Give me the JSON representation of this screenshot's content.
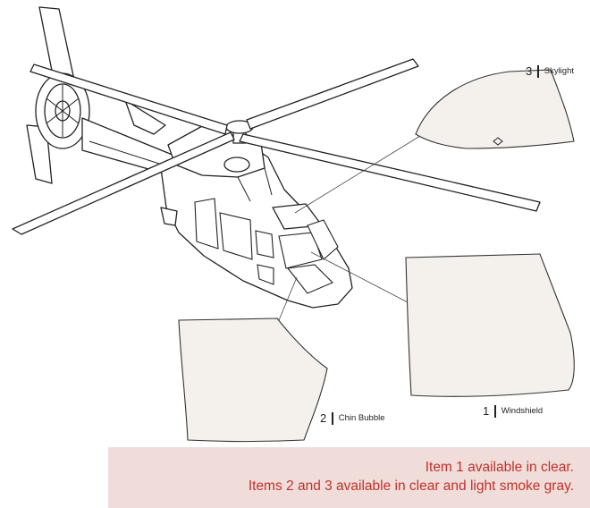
{
  "callouts": {
    "skylight": {
      "number": "3",
      "label": "Skylight"
    },
    "windshield": {
      "number": "1",
      "label": "Windshield"
    },
    "chin_bubble": {
      "number": "2",
      "label": "Chin Bubble"
    }
  },
  "note": {
    "line1": "Item 1 available in clear.",
    "line2": "Items 2 and 3 available in clear and light smoke gray."
  },
  "colors": {
    "note_text": "#c0312b",
    "note_background": "#f0ddda"
  }
}
